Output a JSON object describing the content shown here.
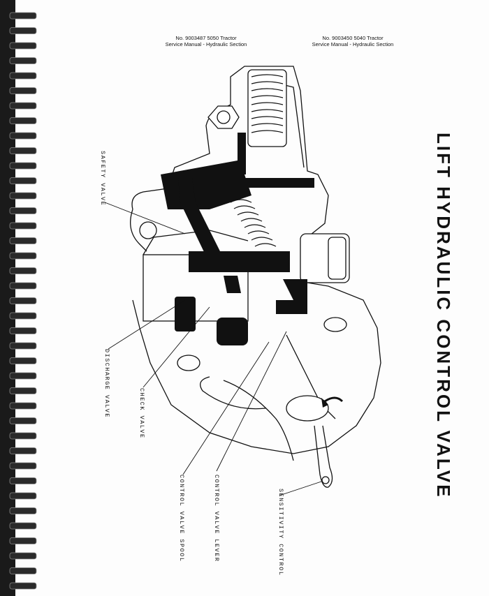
{
  "header": {
    "left": {
      "line1": "No. 9003487 5050 Tractor",
      "line2": "Service Manual - Hydraulic Section"
    },
    "right": {
      "line1": "No. 9003450 5040 Tractor",
      "line2": "Service Manual - Hydraulic Section"
    }
  },
  "title": "LIFT HYDRAULIC CONTROL VALVE",
  "labels": {
    "safety_valve": "SAFETY VALVE",
    "discharge_valve": "DISCHARGE VALVE",
    "check_valve": "CHECK VALVE",
    "control_valve_spool": "CONTROL VALVE SPOOL",
    "control_valve_lever": "CONTROL VALVE LEVER",
    "sensitivity_control": "SENSITIVITY CONTROL"
  }
}
